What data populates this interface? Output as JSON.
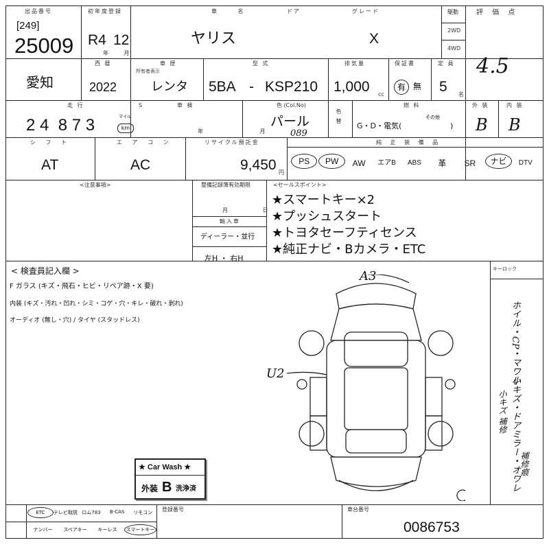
{
  "header": {
    "lot_label": "出品番号",
    "lot_bracket": "[249]",
    "lot_no": "25009",
    "reg_label": "初年度登録",
    "reg_era": "R4",
    "reg_month": "12",
    "reg_unit": "年 月",
    "name_label": "車 名",
    "car_name": "ヤリス",
    "door_label": "ドア",
    "grade_label": "グレード",
    "grade": "X",
    "drive_label": "駆動",
    "drive_2wd": "2WD",
    "drive_4wd": "4WD",
    "score_label": "評 価 点",
    "score": "4.5"
  },
  "row2": {
    "region": "愛知",
    "year_label": "西 暦",
    "year": "2022",
    "use_label": "車 歴",
    "use_sub": "所有者表示",
    "use": "レンタ",
    "model_label": "型 式",
    "model_prefix": "5BA",
    "model_dash": "-",
    "model": "KSP210",
    "disp_label": "排気量",
    "displacement": "1,000",
    "disp_unit": "cc",
    "warranty_label": "保証書",
    "warranty_yes": "有",
    "warranty_no": "無",
    "seats_label": "定 員",
    "seats": "5",
    "seats_unit": "名"
  },
  "row3": {
    "mileage_label": "走 行",
    "mileage": "2 4  8 7 3",
    "mileage_unit_mile": "マイル",
    "mileage_unit_km": "km",
    "meter_label": "S",
    "inspect_label": "車 検",
    "inspect_unit": "年 月",
    "color_label": "色 (Col.No)",
    "color": "パール",
    "color_code": "089",
    "color_change": "色替",
    "fuel_label": "燃 料",
    "fuel_opts": "G・D・電気(",
    "fuel_other": "その他",
    "fuel_close": ")",
    "ext_label": "外 装",
    "ext": "B",
    "int_label": "内 装",
    "int": "B"
  },
  "row4": {
    "shift_label": "シ フ ト",
    "shift": "AT",
    "ac_label": "エ ア コ ン",
    "ac": "AC",
    "recycle_label": "リサイクル預託金",
    "recycle": "9,450",
    "recycle_unit": "円",
    "equip_label": "純 正 装 備 品",
    "equipment": [
      "PS",
      "PW",
      "AW",
      "エアB",
      "ABS",
      "革",
      "SR",
      "ナビ",
      "DTV"
    ],
    "equipment_circled": [
      "PS",
      "PW",
      "ナビ"
    ]
  },
  "row5": {
    "caution_label": "<注意事項>",
    "record_label": "整備記録簿有効期限",
    "record_unit": "月 日",
    "import_label": "輸入車",
    "dealer": "ディーラー・並行",
    "steer": "左H ・ 右H",
    "sales_label": "<セールスポイント>",
    "sales_points": [
      "★スマートキー×2",
      "★プッシュスタート",
      "★トヨタセーフティセンス",
      "★純正ナビ・Bカメラ・ETC"
    ],
    "lock_label": "キーロック"
  },
  "inspection": {
    "title": "< 検査員記入欄 >",
    "glass": "F ガラス (キズ・飛石・ヒビ・リペア跡・X 要)",
    "interior": "内装 (キズ・汚れ・凹れ・シミ・コゲ・穴・キレ・破れ・剥れ)",
    "audio": "オーディオ (無し・穴) / タイヤ (スタッドレス)",
    "mark_front": "A3",
    "mark_side": "U2",
    "right_notes": "ホイル・CP・マワレ",
    "right_notes2": "小キズ・ドアミラー・オワレ",
    "right_notes3": "小キズ 補修",
    "right_notes4": "補修痕"
  },
  "badge": {
    "title": "★ Car Wash ★",
    "line_prefix": "外装",
    "grade": "B",
    "line_suffix": "洗浄済"
  },
  "footer": {
    "opts_row1": [
      "ETC",
      "テレビ取説",
      "ロム783",
      "B-CAS",
      "リモコン"
    ],
    "opts_row2": [
      "ナンバー",
      "スペアキー",
      "キーレス",
      "スマートキー"
    ],
    "plate_label": "登録番号",
    "chassis_label": "車台番号",
    "chassis": "0086753"
  }
}
